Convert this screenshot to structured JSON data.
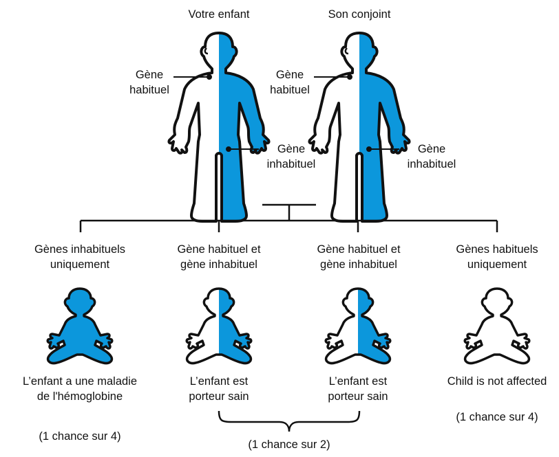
{
  "colors": {
    "unusual_gene": "#0c97dc",
    "usual_gene": "#ffffff",
    "outline": "#111111"
  },
  "parents": [
    {
      "title": "Votre enfant",
      "usual_gene_label": [
        "Gène",
        "habituel"
      ],
      "unusual_gene_label": [
        "Gène",
        "inhabituel"
      ]
    },
    {
      "title": "Son conjoint",
      "usual_gene_label": [
        "Gène",
        "habituel"
      ],
      "unusual_gene_label": [
        "Gène",
        "inhabituel"
      ]
    }
  ],
  "children": [
    {
      "genotype": [
        "Gènes inhabituels",
        "uniquement"
      ],
      "fill": "unusual",
      "outcome": [
        "L’enfant a une maladie",
        "de l'hémoglobine"
      ],
      "chance": "(1 chance sur 4)"
    },
    {
      "genotype": [
        "Gène habituel et",
        "gène inhabituel"
      ],
      "fill": "half",
      "outcome": [
        "L’enfant est",
        "porteur sain"
      ]
    },
    {
      "genotype": [
        "Gène habituel et",
        "gène inhabituel"
      ],
      "fill": "half",
      "outcome": [
        "L’enfant est",
        "porteur sain"
      ]
    },
    {
      "genotype": [
        "Gènes habituels",
        "uniquement"
      ],
      "fill": "usual",
      "outcome": [
        "Child is not affected"
      ],
      "chance": "(1 chance sur 4)"
    }
  ],
  "carrier_chance": "(1 chance sur 2)"
}
